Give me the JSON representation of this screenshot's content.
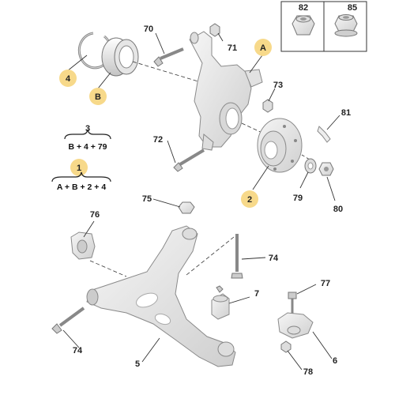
{
  "labels": {
    "l70": "70",
    "l71": "71",
    "lA": "A",
    "l4": "4",
    "lB": "B",
    "l73": "73",
    "l82": "82",
    "l85": "85",
    "l81": "81",
    "l3": "3",
    "l1": "1",
    "l72": "72",
    "l2": "2",
    "l79": "79",
    "l80": "80",
    "l75": "75",
    "l76": "76",
    "l74a": "74",
    "l7": "7",
    "l77": "77",
    "l74b": "74",
    "l5": "5",
    "l6": "6",
    "l78": "78"
  },
  "formulas": {
    "f3": "B + 4 + 79",
    "f1": "A + B + 2 + 4"
  },
  "colors": {
    "callout_yellow": "#f7d98a",
    "line": "#333333",
    "part_fill": "#e9e9e9",
    "part_stroke": "#8a8a8a"
  }
}
